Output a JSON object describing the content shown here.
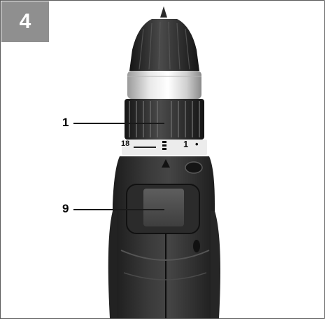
{
  "figure": {
    "number": "4",
    "callouts": [
      {
        "label": "1",
        "part": "torque-ring"
      },
      {
        "label": "9",
        "part": "switch"
      }
    ],
    "collar_markings": {
      "left": "18",
      "center": "1",
      "dot": "•"
    },
    "colors": {
      "badge": "#8f8f8f",
      "frame": "#5b5b5b",
      "background": "#ffffff"
    }
  }
}
